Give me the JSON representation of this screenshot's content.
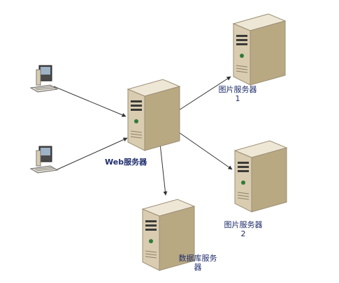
{
  "diagram": {
    "labels": {
      "web_server": "Web服务器",
      "image_server_1_line1": "图片服务器",
      "image_server_1_line2": "1",
      "image_server_2_line1": "图片服务器",
      "image_server_2_line2": "2",
      "db_server_line1": "数据库服务",
      "db_server_line2": "器"
    },
    "icons": {
      "client": "desktop-computer-icon",
      "server": "tower-server-icon"
    },
    "colors": {
      "server_front": "#d9ccb0",
      "server_side": "#b9a983",
      "server_top": "#efe7d6",
      "label_text": "#1f2d6b",
      "link": "#333333"
    }
  }
}
